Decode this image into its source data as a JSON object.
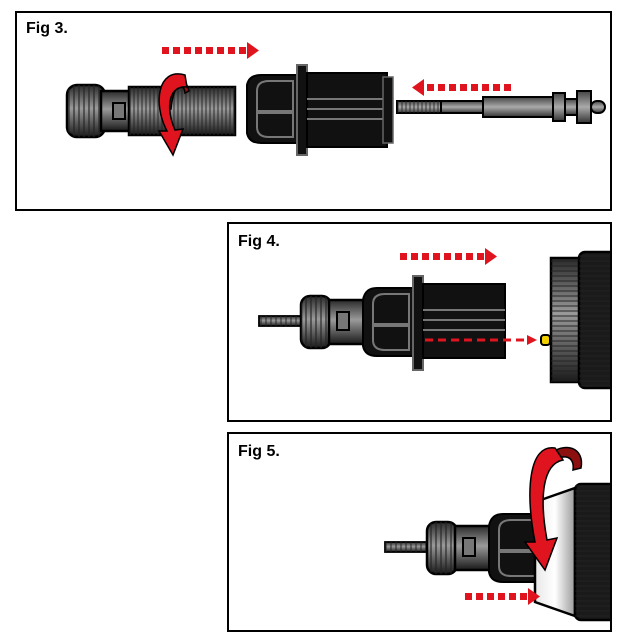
{
  "figures": [
    {
      "label": "Fig 3."
    },
    {
      "label": "Fig 4."
    },
    {
      "label": "Fig 5."
    }
  ],
  "colors": {
    "arrow_red": "#e0141e",
    "arrow_dark": "#8c1010",
    "body_black": "#111111",
    "part_grey": "#8a8a8a",
    "indicator_yellow": "#f0d000"
  },
  "icons": [
    "rotate-arrow-icon",
    "dotted-arrow-right-icon",
    "dotted-arrow-left-icon"
  ]
}
